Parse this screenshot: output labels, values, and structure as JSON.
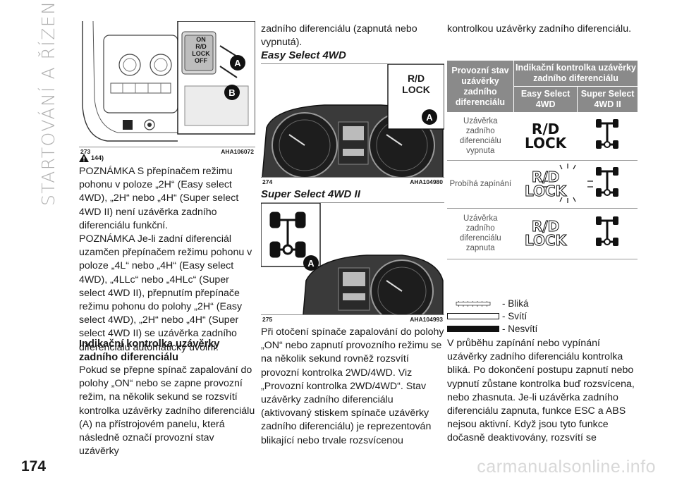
{
  "sidebar": {
    "section_title": "STARTOVÁNÍ A ŘÍZENÍ"
  },
  "page": {
    "number": "174",
    "watermark": "carmanualsonline.info"
  },
  "figures": {
    "f273": {
      "num": "273",
      "code": "AHA106072",
      "switch_lines": [
        "ON",
        "R/D",
        "LOCK",
        "OFF"
      ],
      "callouts": [
        "A",
        "B"
      ]
    },
    "f274": {
      "num": "274",
      "code": "AHA104980",
      "lamp_text": [
        "R/D",
        "LOCK"
      ],
      "callout": "A"
    },
    "f275": {
      "num": "275",
      "code": "AHA104993",
      "callout": "A"
    }
  },
  "col1": {
    "note_ref": "144)",
    "p1": "POZNÁMKA S přepínačem režimu pohonu v poloze „2H“ (Easy select 4WD), „2H“ nebo „4H“ (Super select 4WD II) není uzávěrka zadního diferenciálu funkční.",
    "p2": "POZNÁMKA Je-li zadní diferenciál uzamčen přepínačem režimu pohonu v poloze „4L“ nebo „4H“ (Easy select 4WD), „4LLc“ nebo „4HLc“ (Super select 4WD II), přepnutím přepínače režimu pohonu do polohy „2H“ (Easy select 4WD), „2H“ nebo „4H“ (Super select 4WD II) se uzávěrka zadního diferenciálu automaticky uvolní.",
    "heading": "Indikační kontrolka uzávěrky zadního diferenciálu",
    "p3": "Pokud se přepne spínač zapalování do polohy „ON“ nebo se zapne provozní režim, na několik sekund se rozsvítí kontrolka uzávěrky zadního diferenciálu (A) na přístrojovém panelu, která následně označí provozní stav uzávěrky"
  },
  "col2": {
    "p_top": "zadního diferenciálu (zapnutá nebo vypnutá).",
    "fig274_title": "Easy Select 4WD",
    "fig275_title": "Super Select 4WD II",
    "p_bottom": "Při otočení spínače zapalování do polohy „ON“ nebo zapnutí provozního režimu se na několik sekund rovněž rozsvítí provozní kontrolka 2WD/4WD. Viz „Provozní kontrolka 2WD/4WD“. Stav uzávěrky zadního diferenciálu (aktivovaný stiskem spínače uzávěrky zadního diferenciálu) je reprezentován blikající nebo trvale rozsvícenou"
  },
  "col3": {
    "p_top": "kontrolkou uzávěrky zadního diferenciálu.",
    "table": {
      "h_state": "Provozní stav uzávěrky zadního diferenciálu",
      "h_lamp": "Indikační kontrolka uzávěrky zadního diferenciálu",
      "h_easy": "Easy Select 4WD",
      "h_super": "Super Select 4WD II",
      "rows": [
        {
          "state": "Uzávěrka zadního diferenciálu vypnuta",
          "easy": "R/D LOCK"
        },
        {
          "state": "Probíhá zapínání",
          "easy": "R/D LOCK"
        },
        {
          "state": "Uzávěrka zadního diferenciálu zapnuta",
          "easy": "R/D LOCK"
        }
      ]
    },
    "legend": {
      "blinks": "- Bliká",
      "lit": "- Svítí",
      "off": "- Nesvítí"
    },
    "p_bottom": "V průběhu zapínání nebo vypínání uzávěrky zadního diferenciálu kontrolka bliká. Po dokončení postupu zapnutí nebo vypnutí zůstane kontrolka buď rozsvícena, nebo zhasnuta. Je-li uzávěrka zadního diferenciálu zapnuta, funkce ESC a ABS nejsou aktivní. Když jsou tyto funkce dočasně deaktivovány, rozsvítí se"
  },
  "colors": {
    "header_gray": "#8a8a8a",
    "text": "#1a1a1a",
    "side": "#b0b0b0"
  }
}
